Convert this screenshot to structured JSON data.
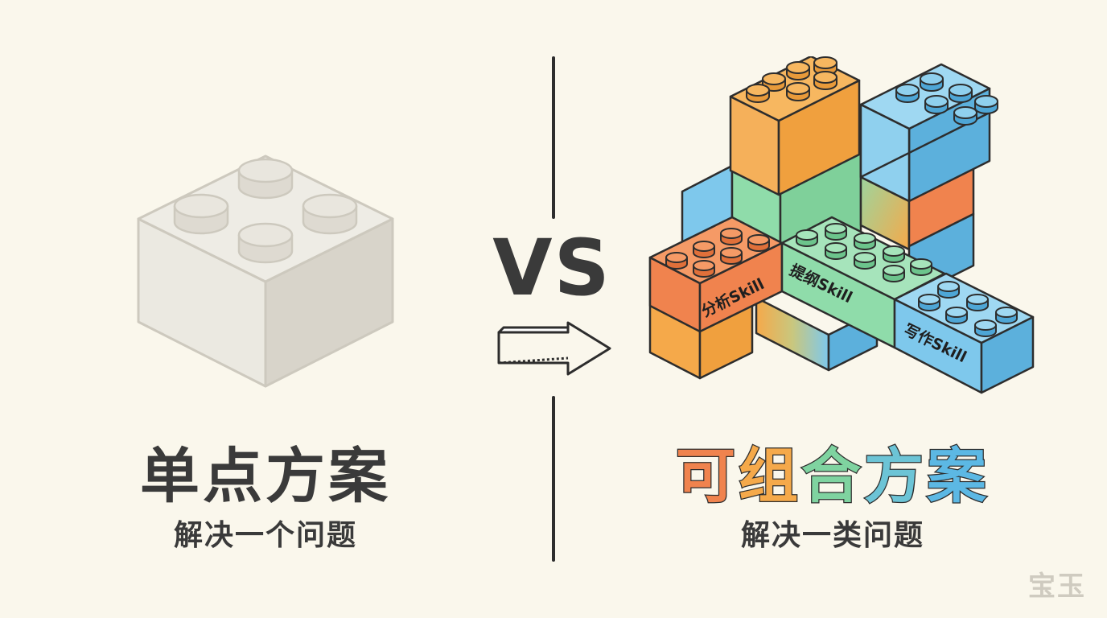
{
  "left_panel": {
    "title": "单点方案",
    "subtitle": "解决一个问题",
    "illustration": "single-gray-2x2-lego-brick",
    "brick_color": "#e6e3da"
  },
  "center": {
    "vs_label": "VS",
    "arrow_icon": "arrow-right-icon",
    "divider_color": "#2d2d2d"
  },
  "right_panel": {
    "title_chars": [
      {
        "char": "可",
        "color": "#f0834e"
      },
      {
        "char": "组",
        "color": "#f5a94a"
      },
      {
        "char": "合",
        "color": "#7fd3a0"
      },
      {
        "char": "方",
        "color": "#6cc4d6"
      },
      {
        "char": "案",
        "color": "#5cb8e4"
      }
    ],
    "subtitle": "解决一类问题",
    "illustration": "composed-lego-brick-cluster",
    "skills": [
      {
        "label": "分析Skill",
        "color": "#f0834e"
      },
      {
        "label": "提纲Skill",
        "color": "#8fdcaa"
      },
      {
        "label": "写作Skill",
        "color": "#7ec8ec"
      }
    ]
  },
  "colors": {
    "background": "#faf7ec",
    "text_dark": "#3a3a3a",
    "orange": "#f0834e",
    "amber": "#f5a94a",
    "green": "#8fdcaa",
    "blue": "#7ec8ec"
  },
  "watermark": "宝玉"
}
